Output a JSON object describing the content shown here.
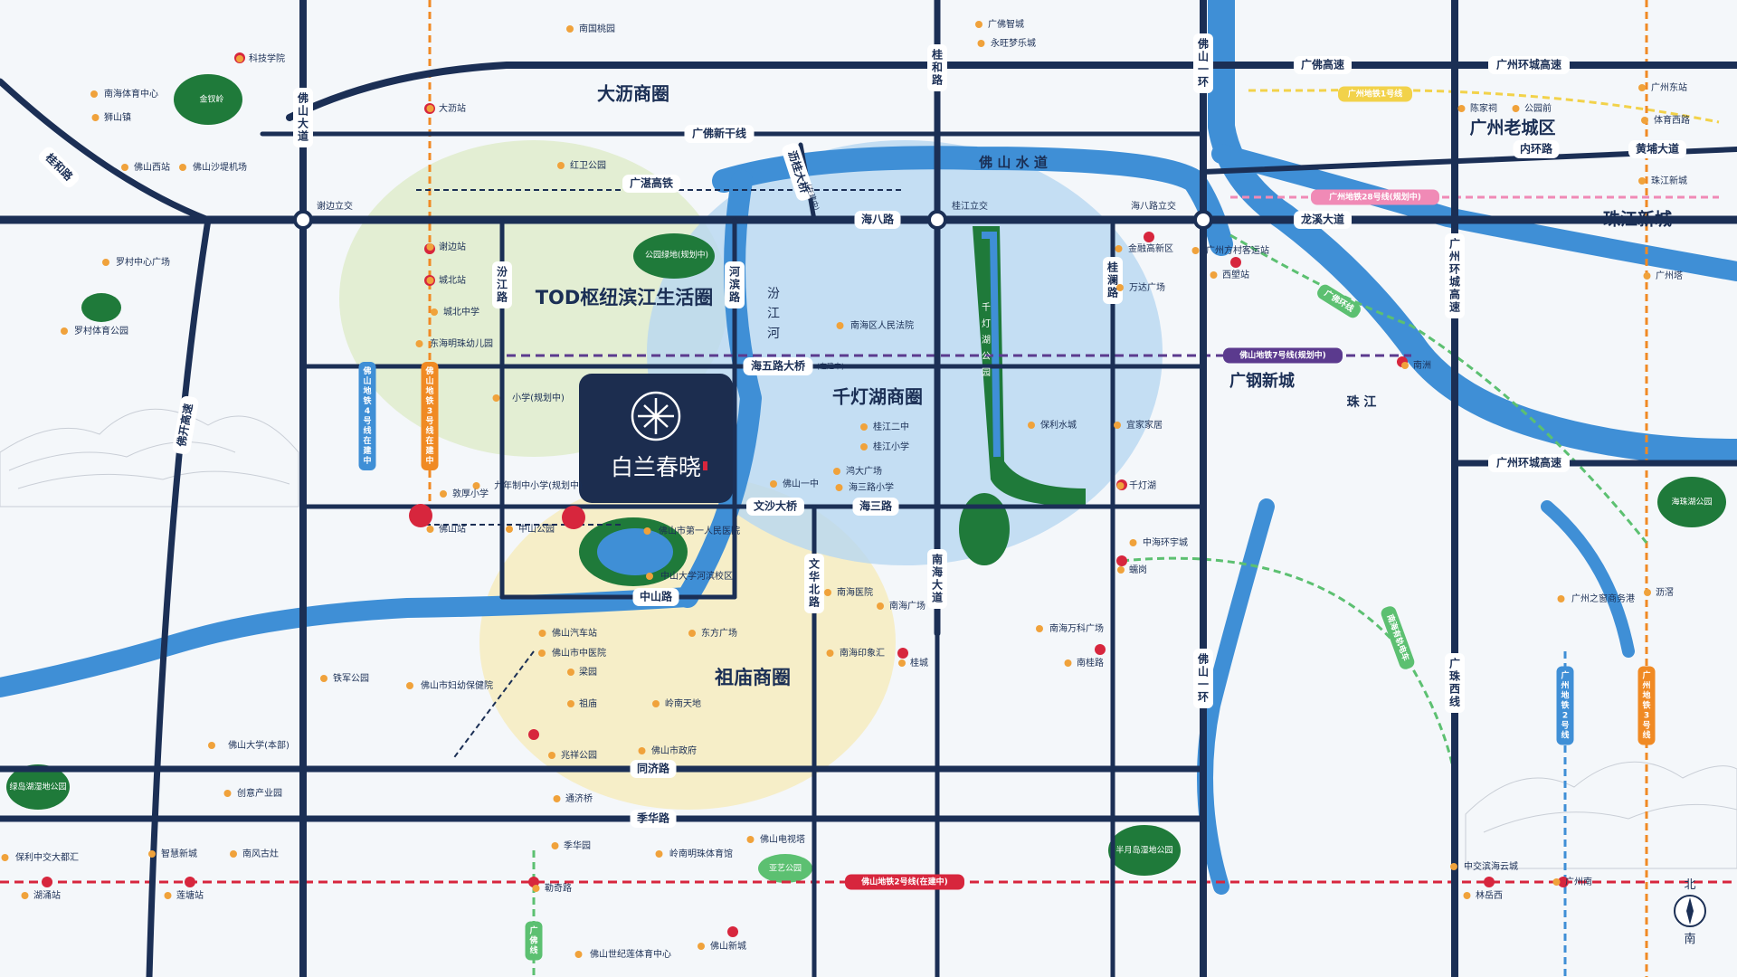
{
  "colors": {
    "road": "#1b2f55",
    "water": "#3f8fd6",
    "zone_green": "#dfeccb",
    "zone_yellow": "#f6ecc2",
    "zone_blue": "#b8d7f1",
    "metro_red": "#d7263d",
    "metro_orange": "#f08a24",
    "metro_green": "#5cc071",
    "metro_purple": "#5b3a8e",
    "park": "#1f7a3a",
    "project_bg": "#1c2d4f"
  },
  "project": {
    "logo_icon": "lantern-seal-icon",
    "name": "白兰春晓"
  },
  "compass": {
    "north": "北",
    "south": "南",
    "icon": "compass-needle-icon"
  },
  "districts": [
    {
      "id": "dali",
      "text": "大沥商圈"
    },
    {
      "id": "tod",
      "text": "TOD枢纽滨江生活圈"
    },
    {
      "id": "qiandeng",
      "text": "千灯湖商圈"
    },
    {
      "id": "zumiao",
      "text": "祖庙商圈"
    },
    {
      "id": "laocheng",
      "text": "广州老城区"
    },
    {
      "id": "zhujiang",
      "text": "珠江新城"
    },
    {
      "id": "guanggang",
      "text": "广钢新城"
    }
  ],
  "roads": [
    {
      "id": "guangfo",
      "text": "广佛高速"
    },
    {
      "id": "gzhuancheng",
      "text": "广州环城高速"
    },
    {
      "id": "gzhuancheng2",
      "text": "广州环城高速"
    },
    {
      "id": "guangfoxin",
      "text": "广佛新干线"
    },
    {
      "id": "haiba",
      "text": "海八路"
    },
    {
      "id": "longxi",
      "text": "龙溪大道"
    },
    {
      "id": "haiwu",
      "text": "海五路大桥"
    },
    {
      "id": "haiwu_note",
      "text": "(在建中)"
    },
    {
      "id": "haisan",
      "text": "海三路"
    },
    {
      "id": "wensha",
      "text": "文沙大桥"
    },
    {
      "id": "zhongshan",
      "text": "中山路"
    },
    {
      "id": "tongji",
      "text": "同济路"
    },
    {
      "id": "jihua",
      "text": "季华路"
    },
    {
      "id": "neihuan",
      "text": "内环路"
    },
    {
      "id": "huangpu",
      "text": "黄埔大道"
    },
    {
      "id": "foshan_dadao",
      "text": "佛山大道"
    },
    {
      "id": "guihe",
      "text": "桂和路"
    },
    {
      "id": "foshanhuan",
      "text": "佛山一环"
    },
    {
      "id": "foshanyihuan",
      "text": "佛山一环"
    },
    {
      "id": "fenjiang",
      "text": "汾江路"
    },
    {
      "id": "hebin",
      "text": "河滨路"
    },
    {
      "id": "liguidaqiao",
      "text": "沥桂大桥"
    },
    {
      "id": "liguidaqiao_note",
      "text": "(在建中)"
    },
    {
      "id": "guilan",
      "text": "桂澜路"
    },
    {
      "id": "nanhai",
      "text": "南海大道"
    },
    {
      "id": "wenhuabei",
      "text": "文华北路"
    },
    {
      "id": "fokai",
      "text": "佛开高速"
    },
    {
      "id": "guanghuan_v",
      "text": "广州环城高速"
    },
    {
      "id": "guangzhuxi",
      "text": "广珠西线"
    },
    {
      "id": "lizhi",
      "text": "桂和路"
    },
    {
      "id": "huaishan",
      "text": "广湛高铁"
    }
  ],
  "water": [
    {
      "id": "fssd",
      "text": "佛 山 水 道"
    },
    {
      "id": "fjh",
      "text": "汾 江 河"
    },
    {
      "id": "zhujiang",
      "text": "珠 江"
    },
    {
      "id": "qdh",
      "text": "千灯湖公园"
    }
  ],
  "interchanges": [
    {
      "id": "xb",
      "text": "谢边立交"
    },
    {
      "id": "gj",
      "text": "桂江立交"
    },
    {
      "id": "hb",
      "text": "海八路立交"
    }
  ],
  "metro_lines": [
    {
      "id": "m2",
      "text": "佛山地铁2号线(在建中)"
    },
    {
      "id": "m7",
      "text": "佛山地铁7号线(规划中)"
    },
    {
      "id": "gz1",
      "text": "广州地铁1号线"
    },
    {
      "id": "gz28",
      "text": "广州地铁28号线(规划中)"
    },
    {
      "id": "fs3",
      "text": "佛山地铁3号线(在建中)"
    },
    {
      "id": "fs4",
      "text": "佛山地铁4号线(在建中)"
    },
    {
      "id": "gz2",
      "text": "广州地铁2号线"
    },
    {
      "id": "gz3",
      "text": "广州地铁3号线"
    },
    {
      "id": "gf",
      "text": "广佛线"
    },
    {
      "id": "gfh",
      "text": "广佛环线"
    },
    {
      "id": "nhtp",
      "text": "南海有轨电车"
    }
  ],
  "pois": [
    {
      "id": "p1",
      "text": "南国桃园"
    },
    {
      "id": "p2",
      "text": "科技学院"
    },
    {
      "id": "p3",
      "text": "南海体育中心"
    },
    {
      "id": "p4",
      "text": "狮山镇"
    },
    {
      "id": "p5",
      "text": "金钗岭"
    },
    {
      "id": "p6",
      "text": "佛山西站"
    },
    {
      "id": "p7",
      "text": "佛山沙堤机场"
    },
    {
      "id": "p8",
      "text": "大沥站"
    },
    {
      "id": "p9",
      "text": "广佛智城"
    },
    {
      "id": "p10",
      "text": "永旺梦乐城"
    },
    {
      "id": "p11",
      "text": "红卫公园"
    },
    {
      "id": "p12",
      "text": "罗村中心广场"
    },
    {
      "id": "p13",
      "text": "罗村体育公园"
    },
    {
      "id": "p14",
      "text": "谢边站"
    },
    {
      "id": "p15",
      "text": "城北站"
    },
    {
      "id": "p16",
      "text": "城北中学"
    },
    {
      "id": "p17",
      "text": "东海明珠幼儿园"
    },
    {
      "id": "p18",
      "text": "公园绿地(规划中)"
    },
    {
      "id": "p19",
      "text": "南海区人民法院"
    },
    {
      "id": "p20",
      "text": "小学(规划中)"
    },
    {
      "id": "p21",
      "text": "九年制中小学(规划中)"
    },
    {
      "id": "p22",
      "text": "敦厚小学"
    },
    {
      "id": "p23",
      "text": "佛山站"
    },
    {
      "id": "p24",
      "text": "中山公园"
    },
    {
      "id": "p25",
      "text": "佛山市第一人民医院"
    },
    {
      "id": "p26",
      "text": "中山大学河滨校区"
    },
    {
      "id": "p27",
      "text": "桂江二中"
    },
    {
      "id": "p28",
      "text": "桂江小学"
    },
    {
      "id": "p29",
      "text": "鸿大广场"
    },
    {
      "id": "p30",
      "text": "佛山一中"
    },
    {
      "id": "p31",
      "text": "海三路小学"
    },
    {
      "id": "p32",
      "text": "保利水城"
    },
    {
      "id": "p33",
      "text": "宜家家居"
    },
    {
      "id": "p34",
      "text": "千灯湖"
    },
    {
      "id": "p35",
      "text": "中海环宇城"
    },
    {
      "id": "p36",
      "text": "蠕岗"
    },
    {
      "id": "p37",
      "text": "南海万科广场"
    },
    {
      "id": "p38",
      "text": "南桂路"
    },
    {
      "id": "p39",
      "text": "南海医院"
    },
    {
      "id": "p40",
      "text": "南海广场"
    },
    {
      "id": "p41",
      "text": "南海印象汇"
    },
    {
      "id": "p42",
      "text": "桂城"
    },
    {
      "id": "p43",
      "text": "东方广场"
    },
    {
      "id": "p44",
      "text": "佛山汽车站"
    },
    {
      "id": "p45",
      "text": "佛山市中医院"
    },
    {
      "id": "p46",
      "text": "梁园"
    },
    {
      "id": "p47",
      "text": "祖庙"
    },
    {
      "id": "p48",
      "text": "岭南天地"
    },
    {
      "id": "p49",
      "text": "铁军公园"
    },
    {
      "id": "p50",
      "text": "佛山市妇幼保健院"
    },
    {
      "id": "p51",
      "text": "佛山大学(本部)"
    },
    {
      "id": "p52",
      "text": "创意产业园"
    },
    {
      "id": "p53",
      "text": "兆祥公园"
    },
    {
      "id": "p54",
      "text": "佛山市政府"
    },
    {
      "id": "p55",
      "text": "通济桥"
    },
    {
      "id": "p56",
      "text": "季华园"
    },
    {
      "id": "p57",
      "text": "岭南明珠体育馆"
    },
    {
      "id": "p58",
      "text": "佛山电视塔"
    },
    {
      "id": "p59",
      "text": "亚艺公园"
    },
    {
      "id": "p60",
      "text": "勒奇路"
    },
    {
      "id": "p61",
      "text": "佛山世纪莲体育中心"
    },
    {
      "id": "p62",
      "text": "佛山新城"
    },
    {
      "id": "p63",
      "text": "绿岛湖湿地公园"
    },
    {
      "id": "p64",
      "text": "保利中交大都汇"
    },
    {
      "id": "p65",
      "text": "湖涌站"
    },
    {
      "id": "p66",
      "text": "智慧新城"
    },
    {
      "id": "p67",
      "text": "南风古灶"
    },
    {
      "id": "p68",
      "text": "莲塘站"
    },
    {
      "id": "p69",
      "text": "半月岛湿地公园"
    },
    {
      "id": "p70",
      "text": "金融高新区"
    },
    {
      "id": "p71",
      "text": "万达广场"
    },
    {
      "id": "p72",
      "text": "广州方村客运站"
    },
    {
      "id": "p73",
      "text": "西塱站"
    },
    {
      "id": "p74",
      "text": "南洲"
    },
    {
      "id": "p75",
      "text": "陈家祠"
    },
    {
      "id": "p76",
      "text": "公园前"
    },
    {
      "id": "p77",
      "text": "广州东站"
    },
    {
      "id": "p78",
      "text": "体育西路"
    },
    {
      "id": "p79",
      "text": "广州塔"
    },
    {
      "id": "p80",
      "text": "珠江新城"
    },
    {
      "id": "p81",
      "text": "海珠湖公园"
    },
    {
      "id": "p82",
      "text": "广州之窗商务港"
    },
    {
      "id": "p83",
      "text": "沥滘"
    },
    {
      "id": "p84",
      "text": "中交滨海云城"
    },
    {
      "id": "p85",
      "text": "林岳西"
    },
    {
      "id": "p86",
      "text": "广州南"
    }
  ]
}
